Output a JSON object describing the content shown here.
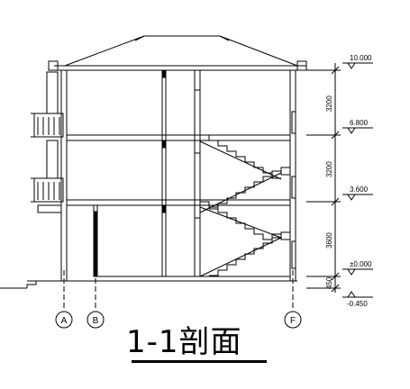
{
  "title": "1-1剖面",
  "elevations": {
    "roof": "10.000",
    "third": "6.800",
    "second": "3.600",
    "ground": "±0.000",
    "outdoor": "-0.450"
  },
  "dimensions": {
    "floor3": "3200",
    "floor2": "3200",
    "floor1": "3600",
    "plinth": "450"
  },
  "axes": {
    "a": "A",
    "b": "B",
    "f": "F"
  },
  "colors": {
    "line": "#000000",
    "background": "#ffffff"
  }
}
